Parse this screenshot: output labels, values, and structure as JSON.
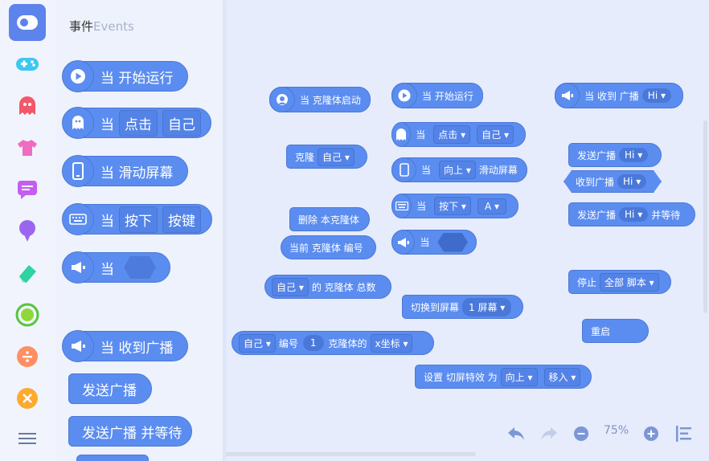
{
  "palette": {
    "title": "事件",
    "title_en": "Events",
    "blocks": {
      "start": {
        "when": "当",
        "label": "开始运行"
      },
      "clicked": {
        "when": "当",
        "label": "点击",
        "target": "自己"
      },
      "swipe": {
        "when": "当",
        "label": "滑动屏幕"
      },
      "key": {
        "when": "当",
        "label": "按下",
        "key": "按键"
      },
      "broadcast_hex": {
        "when": "当"
      },
      "receive": {
        "when": "当",
        "label": "收到广播"
      },
      "send": {
        "label": "发送广播"
      },
      "send_wait": {
        "label": "发送广播 并等待"
      }
    }
  },
  "canvas": {
    "clone_start": "当 克隆体启动",
    "clone": {
      "label": "克隆",
      "target": "自己"
    },
    "delete_clone": "删除 本克隆体",
    "clone_id": "当前 克隆体 编号",
    "clone_total": {
      "target": "自己",
      "label": "的 克隆体 总数"
    },
    "clone_prop": {
      "target": "自己",
      "num_label": "编号",
      "num": "1",
      "label": "克隆体的",
      "prop": "x坐标"
    },
    "start": "当 开始运行",
    "click": {
      "when": "当",
      "action": "点击",
      "target": "自己"
    },
    "swipe": {
      "when": "当",
      "dir": "向上",
      "label": "滑动屏幕"
    },
    "key": {
      "when": "当",
      "action": "按下",
      "key": "A"
    },
    "broadcast_hex": {
      "when": "当"
    },
    "switch_screen": {
      "label": "切换到屏幕",
      "screen": "1 屏幕"
    },
    "transition": {
      "label": "设置 切屏特效 为",
      "dir": "向上",
      "effect": "移入"
    },
    "receive": {
      "label": "当 收到 广播",
      "msg": "Hi"
    },
    "send": {
      "label": "发送广播",
      "msg": "Hi"
    },
    "recv_bool": {
      "label": "收到广播",
      "msg": "Hi"
    },
    "send_wait": {
      "label": "发送广播",
      "msg": "Hi",
      "suffix": "并等待"
    },
    "stop": {
      "label": "停止",
      "option": "全部 脚本"
    },
    "restart": "重启"
  },
  "zoom": {
    "value": "75%"
  },
  "colors": {
    "block": "#5b8df0",
    "selected_category": "#5d83ec"
  }
}
